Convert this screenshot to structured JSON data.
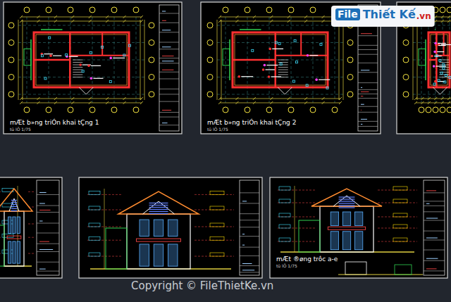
{
  "diagram": {
    "labels": [
      "mÆt b»ng triÓn khai tÇng 1",
      "tû lÖ 1/75",
      "mÆt b»ng triÓn khai tÇng 2",
      "tû lÖ 1/75",
      "mÆt ®øng trôc a-e",
      "tû lÖ 1/75",
      "File",
      "Thiết Kế",
      ".vn",
      "Copyright © FileThietKe.vn"
    ]
  }
}
